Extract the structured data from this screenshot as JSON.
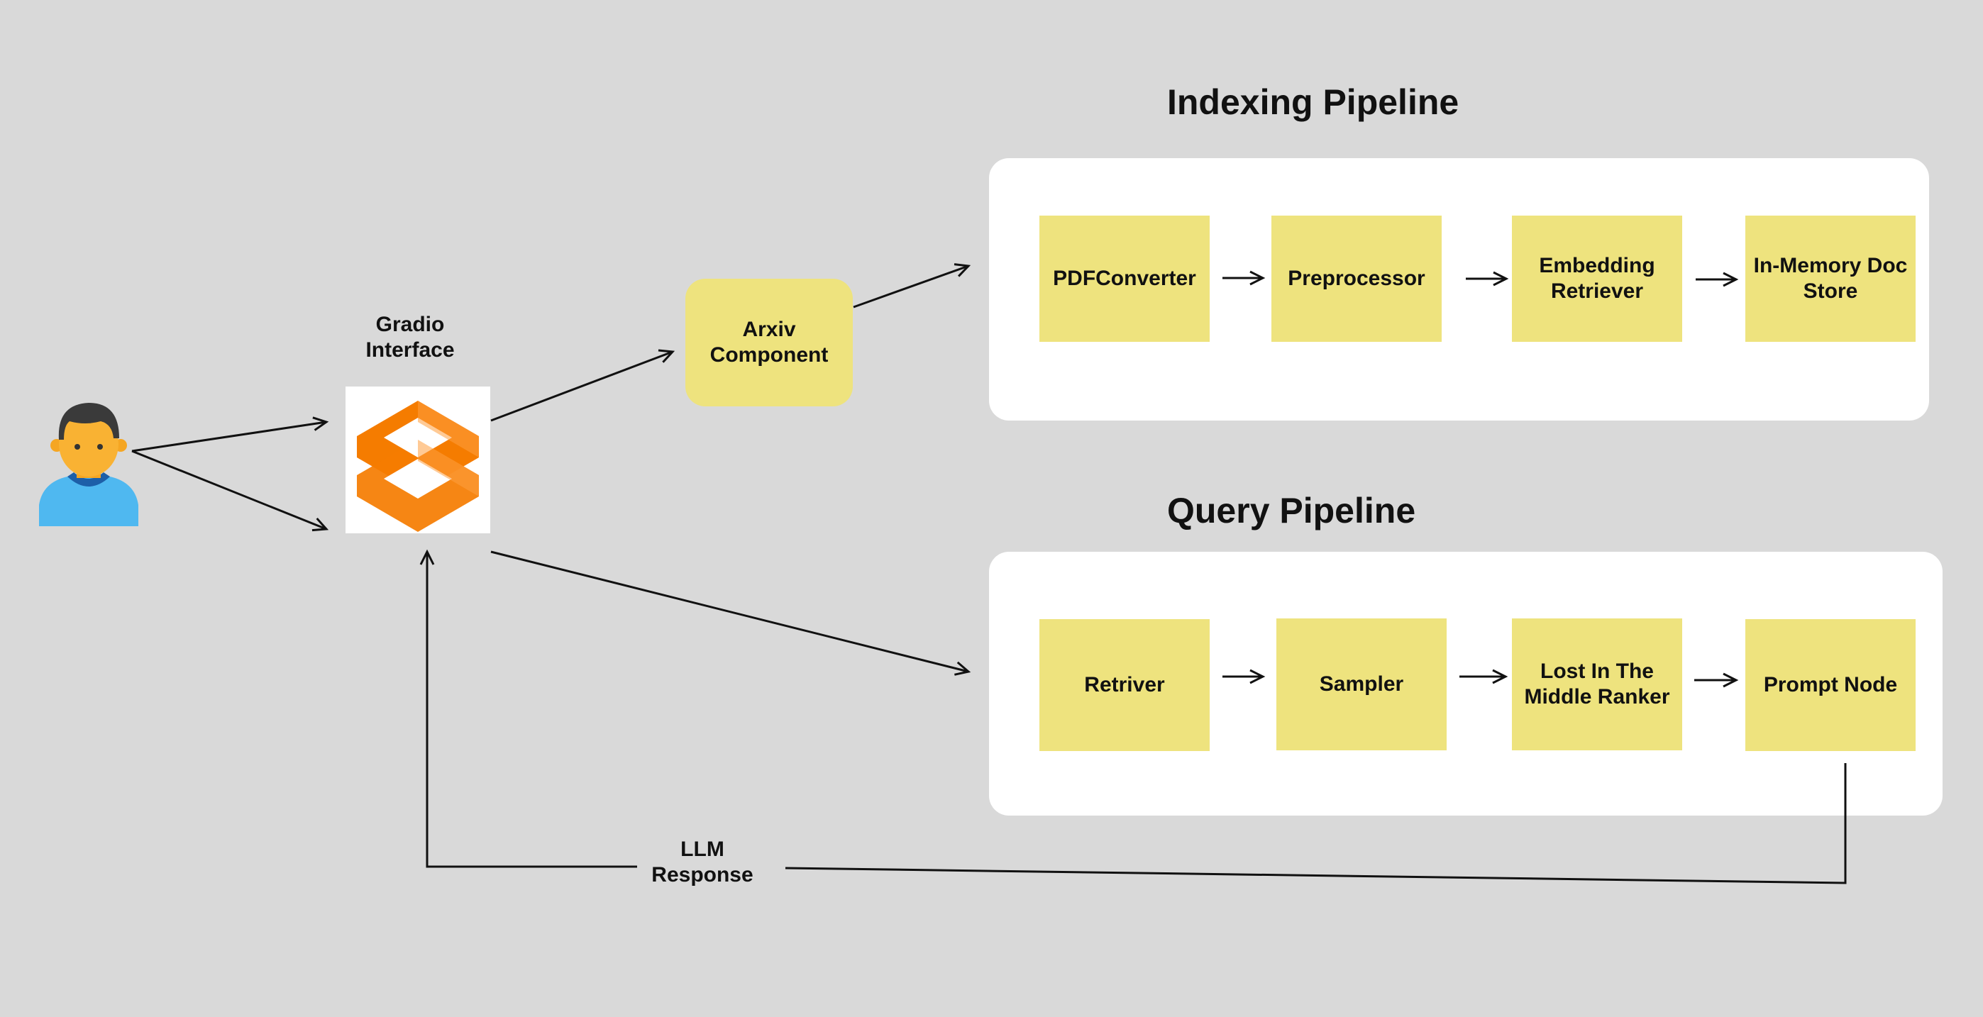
{
  "user": {
    "icon": "user-avatar-icon"
  },
  "gradio": {
    "label": "Gradio\nInterface",
    "icon": "haystack-logo-icon",
    "logo_color": "#f57c00"
  },
  "arxiv": {
    "label": "Arxiv\nComponent"
  },
  "indexing": {
    "title": "Indexing Pipeline",
    "nodes": [
      "PDFConverter",
      "Preprocessor",
      "Embedding\nRetriever",
      "In-Memory Doc\nStore"
    ]
  },
  "query": {
    "title": "Query Pipeline",
    "nodes": [
      "Retriver",
      "Sampler",
      "Lost In The\nMiddle Ranker",
      "Prompt Node"
    ]
  },
  "response": {
    "label": "LLM\nResponse"
  },
  "colors": {
    "background": "#d9d9d9",
    "node": "#eee37e",
    "panel": "#ffffff",
    "arrow": "#111111"
  }
}
